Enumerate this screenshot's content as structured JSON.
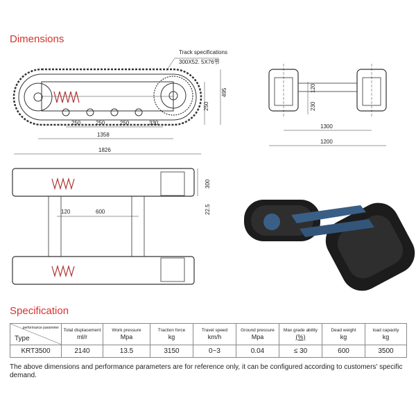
{
  "headings": {
    "dimensions": "Dimensions",
    "specification": "Specification"
  },
  "drawing": {
    "track_spec_label": "Track specifications",
    "track_spec_value": "300X52. 5X76节",
    "side_view": {
      "d250a": "250",
      "d250b": "250",
      "d250c": "250",
      "d330": "330",
      "d1358": "1358",
      "d1826": "1826",
      "d250v": "250",
      "d495": "495"
    },
    "front_view": {
      "d120": "120",
      "d230": "230",
      "d1300": "1300",
      "d1200": "1200"
    },
    "top_view": {
      "d120": "120",
      "d600": "600",
      "d300": "300",
      "d22_5": "22.5"
    }
  },
  "spec_table": {
    "corner_top": "performance parameter",
    "corner_bottom": "Type",
    "columns": [
      {
        "name": "Total displacement",
        "unit": "ml/r"
      },
      {
        "name": "Work pressure",
        "unit": "Mpa"
      },
      {
        "name": "Traction force",
        "unit": "kg"
      },
      {
        "name": "Travel speed",
        "unit": "km/h"
      },
      {
        "name": "Ground pressure",
        "unit": "Mpa"
      },
      {
        "name": "Max grade ability",
        "unit": "(%)"
      },
      {
        "name": "Dead weight",
        "unit": "kg"
      },
      {
        "name": "load capacity",
        "unit": "kg"
      }
    ],
    "row": {
      "type": "KRT3500",
      "values": [
        "2140",
        "13.5",
        "3150",
        "0~3",
        "0.04",
        "≤ 30",
        "600",
        "3500"
      ]
    }
  },
  "note": "The above dimensions and performance parameters are for reference only, it can be configured according to customers' specific demand."
}
